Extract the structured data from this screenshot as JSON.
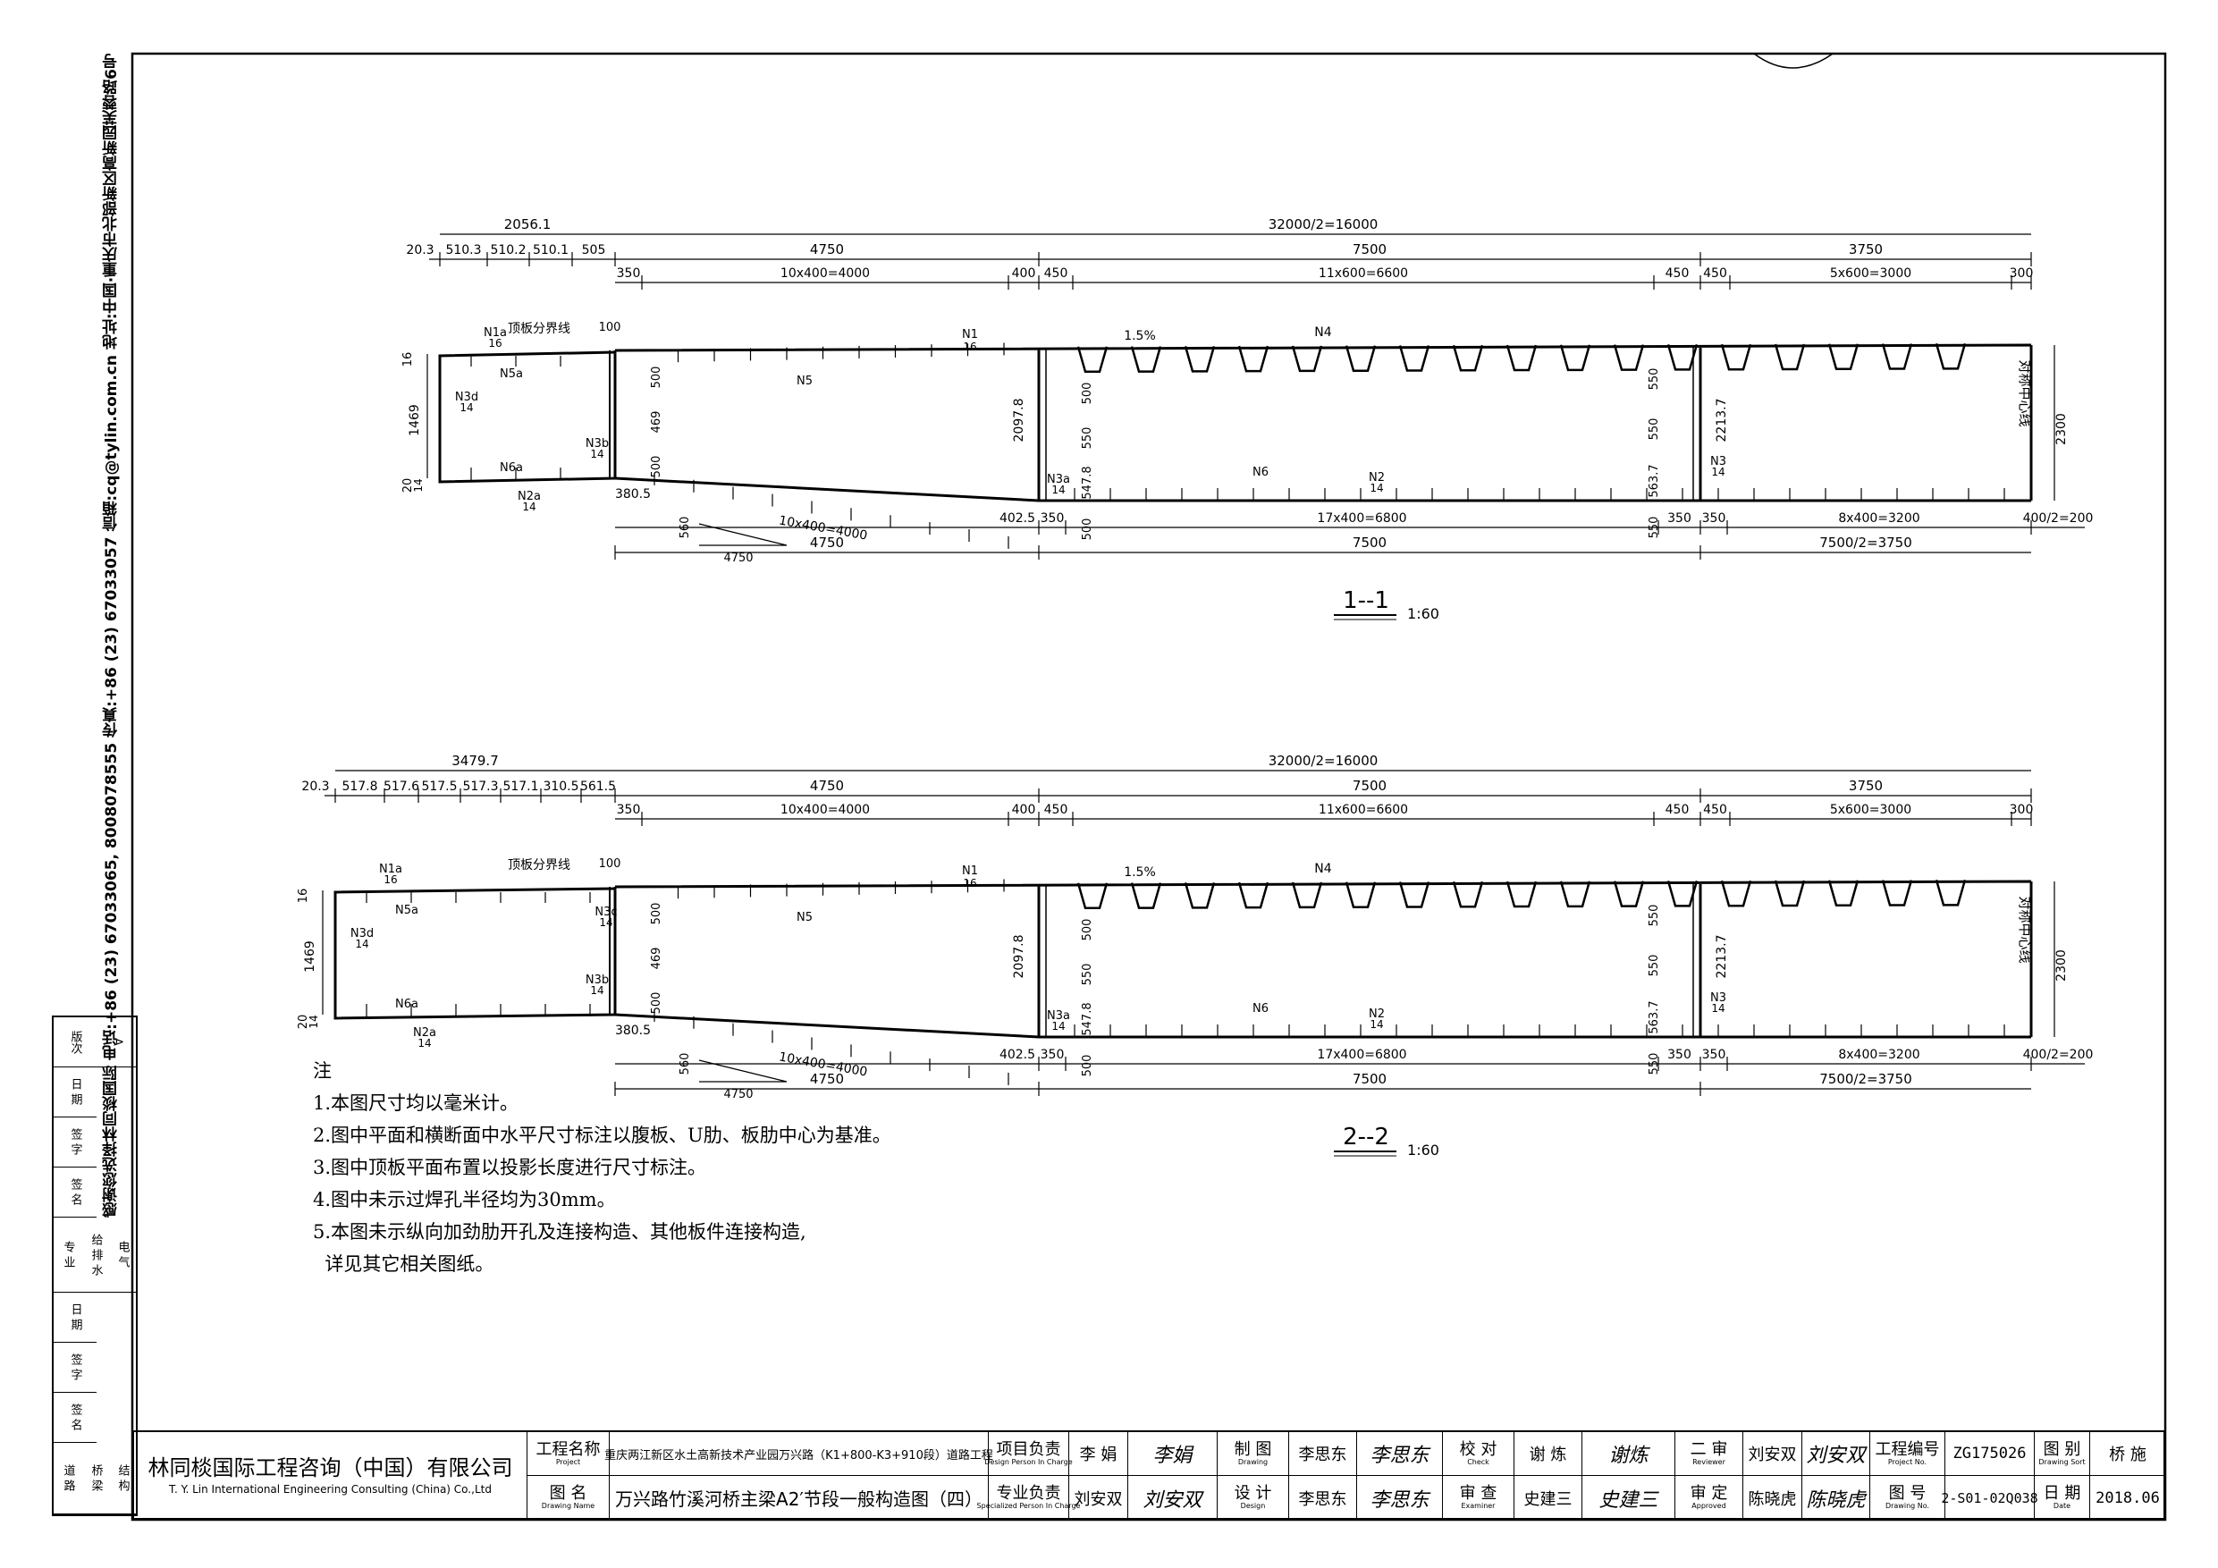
{
  "address": "感谢您选择林同棪国际 电话:+86 (23) 67033065, 8008078555 传真:+86 (23) 67033057 信箱:cq@tylin.com.cn 地址:中国·重庆市北部新区高新园芙蓉路6号",
  "left_strip": {
    "version_label": "版次",
    "version_value": "A",
    "date_label": "日 期",
    "sign_label": "签 字",
    "sign2_label": "签 名",
    "specialty_label": "专 业",
    "water_label": "给 排 水",
    "elec_label": "电 气",
    "date2_label": "日 期",
    "sign3_label": "签 字",
    "sign4_label": "签 名",
    "road_label": "道 路",
    "bridge_label": "桥 梁",
    "struct_label": "结 构"
  },
  "sections": [
    {
      "id": "1-1",
      "title": "1--1",
      "scale": "1:60",
      "top_dims": {
        "overall_left": "2056.1",
        "overall_right": "32000/2=16000",
        "cant": [
          "20.3",
          "510.3",
          "510.2",
          "510.1",
          "505"
        ],
        "segs": [
          "4750",
          "7500",
          "3750"
        ],
        "sub": [
          "350",
          "10x400=4000",
          "400",
          "450",
          "11x600=6600",
          "450",
          "450",
          "5x600=3000",
          "300"
        ]
      },
      "bottom_dims": {
        "sub": [
          "402.5",
          "350",
          "17x400=6800",
          "350",
          "350",
          "8x400=3200",
          "400/2=200"
        ],
        "segs": [
          "4750",
          "7500",
          "7500/2=3750"
        ],
        "slope": [
          "380.5",
          "10x400=4000",
          "560",
          "4750"
        ]
      },
      "labels": {
        "N1a": "N1a",
        "N1a_t": "16",
        "boundary": "顶板分界线",
        "b100": "100",
        "N1": "N1",
        "N1_t": "16",
        "slope": "1.5%",
        "N4": "N4",
        "N5a": "N5a",
        "N5": "N5",
        "N3d": "N3d",
        "N3d_t": "14",
        "N6a": "N6a",
        "N3b": "N3b",
        "N3b_t": "14",
        "N2a": "N2a",
        "N2a_t": "14",
        "N3a": "N3a",
        "N3a_t": "14",
        "N6": "N6",
        "N2": "N2",
        "N2_t": "14",
        "N3": "N3",
        "N3_t": "14",
        "center": "对称中心线",
        "h1469": "1469",
        "h16": "16",
        "h20": "20",
        "h14": "14",
        "v500a": "500",
        "v469": "469",
        "v500b": "500",
        "h2097": "2097.8",
        "v500c": "500",
        "v550a": "550",
        "v547": "547.8",
        "v500d": "500",
        "r550a": "550",
        "r550b": "550",
        "r563": "563.7",
        "r550c": "550",
        "h2213": "2213.7",
        "h2300": "2300"
      }
    },
    {
      "id": "2-2",
      "title": "2--2",
      "scale": "1:60",
      "top_dims": {
        "overall_left": "3479.7",
        "overall_right": "32000/2=16000",
        "cant": [
          "20.3",
          "517.8",
          "517.6",
          "517.5",
          "517.3",
          "517.1",
          "310.5",
          "561.5"
        ],
        "segs": [
          "4750",
          "7500",
          "3750"
        ],
        "sub": [
          "350",
          "10x400=4000",
          "400",
          "450",
          "11x600=6600",
          "450",
          "450",
          "5x600=3000",
          "300"
        ]
      },
      "bottom_dims": {
        "sub": [
          "402.5",
          "350",
          "17x400=6800",
          "350",
          "350",
          "8x400=3200",
          "400/2=200"
        ],
        "segs": [
          "4750",
          "7500",
          "7500/2=3750"
        ],
        "slope": [
          "380.5",
          "10x400=4000",
          "560",
          "4750"
        ]
      },
      "labels": {
        "N1a": "N1a",
        "N1a_t": "16",
        "boundary": "顶板分界线",
        "b100": "100",
        "N1": "N1",
        "N1_t": "16",
        "slope": "1.5%",
        "N4": "N4",
        "N5a": "N5a",
        "N5": "N5",
        "N3d": "N3d",
        "N3d_t": "14",
        "N6a": "N6a",
        "N3b": "N3b",
        "N3b_t": "14",
        "N2a": "N2a",
        "N2a_t": "14",
        "N3a": "N3a",
        "N3a_t": "14",
        "N6": "N6",
        "N2": "N2",
        "N2_t": "14",
        "N3": "N3",
        "N3_t": "14",
        "center": "对称中心线",
        "N3c": "N3c",
        "N3c_t": "14",
        "h1469": "1469",
        "h16": "16",
        "h20": "20",
        "h14": "14",
        "v500a": "500",
        "v469": "469",
        "v500b": "500",
        "h2097": "2097.8",
        "v500c": "500",
        "v550a": "550",
        "v547": "547.8",
        "v500d": "500",
        "r550a": "550",
        "r550b": "550",
        "r563": "563.7",
        "r550c": "550",
        "h2213": "2213.7",
        "h2300": "2300"
      }
    }
  ],
  "notes": {
    "title": "注",
    "items": [
      "1.本图尺寸均以毫米计。",
      "2.图中平面和横断面中水平尺寸标注以腹板、U肋、板肋中心为基准。",
      "3.图中顶板平面布置以投影长度进行尺寸标注。",
      "4.图中未示过焊孔半径均为30mm。",
      "5.本图未示纵向加劲肋开孔及连接构造、其他板件连接构造,",
      "  详见其它相关图纸。"
    ]
  },
  "title_block": {
    "company_cn": "林同棪国际工程咨询（中国）有限公司",
    "company_en": "T. Y. Lin International Engineering Consulting (China) Co.,Ltd",
    "project_label": "工程名称",
    "project_label_en": "Project",
    "project_name": "重庆两江新区水土高新技术产业园万兴路（K1+800-K3+910段）道路工程",
    "drawing_label": "图 名",
    "drawing_label_en": "Drawing Name",
    "drawing_name": "万兴路竹溪河桥主梁A2′节段一般构造图（四）",
    "pm_label": "项目负责",
    "pm_label_en": "Design Person In Charge",
    "pm_name": "李 娟",
    "pm_sig": "李娟",
    "spec_label": "专业负责",
    "spec_label_en": "Specialized Person In Charge",
    "spec_name": "刘安双",
    "spec_sig": "刘安双",
    "draw_label": "制 图",
    "draw_label_en": "Drawing",
    "draw_name": "李思东",
    "draw_sig": "李思东",
    "design_label": "设 计",
    "design_label_en": "Design",
    "design_name": "李思东",
    "design_sig": "李思东",
    "check_label": "校 对",
    "check_label_en": "Check",
    "check_name": "谢 炼",
    "check_sig": "谢炼",
    "exam_label": "审 查",
    "exam_label_en": "Examiner",
    "exam_name": "史建三",
    "exam_sig": "史建三",
    "review_label": "二 审",
    "review_label_en": "Reviewer",
    "review_name": "刘安双",
    "review_sig": "刘安双",
    "approve_label": "审 定",
    "approve_label_en": "Approved",
    "approve_name": "陈晓虎",
    "approve_sig": "陈晓虎",
    "projno_label": "工程编号",
    "projno_label_en": "Project No.",
    "projno": "ZG175026",
    "sort_label": "图 别",
    "sort_label_en": "Drawing Sort",
    "sort": "桥 施",
    "dwgno_label": "图 号",
    "dwgno_label_en": "Drawing No.",
    "dwgno": "2-S01-02Q038",
    "date_label": "日 期",
    "date_label_en": "Date",
    "date": "2018.06"
  }
}
